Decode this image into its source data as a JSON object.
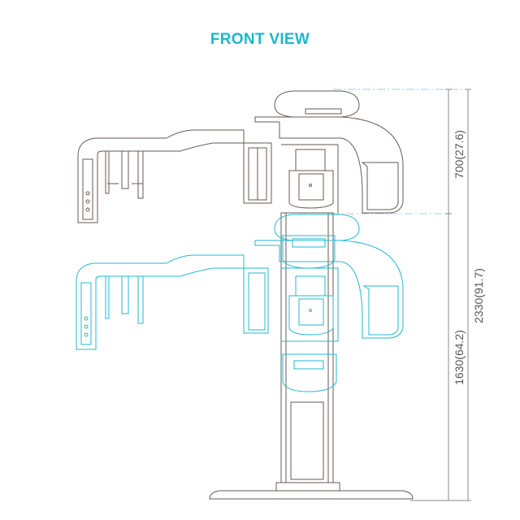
{
  "title": "FRONT VIEW",
  "dimensions": {
    "upper_height": "700(27.6)",
    "total_height": "2330(91.7)",
    "lower_height": "1630(64.2)"
  },
  "colors": {
    "title": "#1bb8c9",
    "upper_position": "#6a5a52",
    "lower_position": "#22b9d0",
    "dimension_lines": "#8a8a8a",
    "extension_lines": "#9ad6df"
  }
}
